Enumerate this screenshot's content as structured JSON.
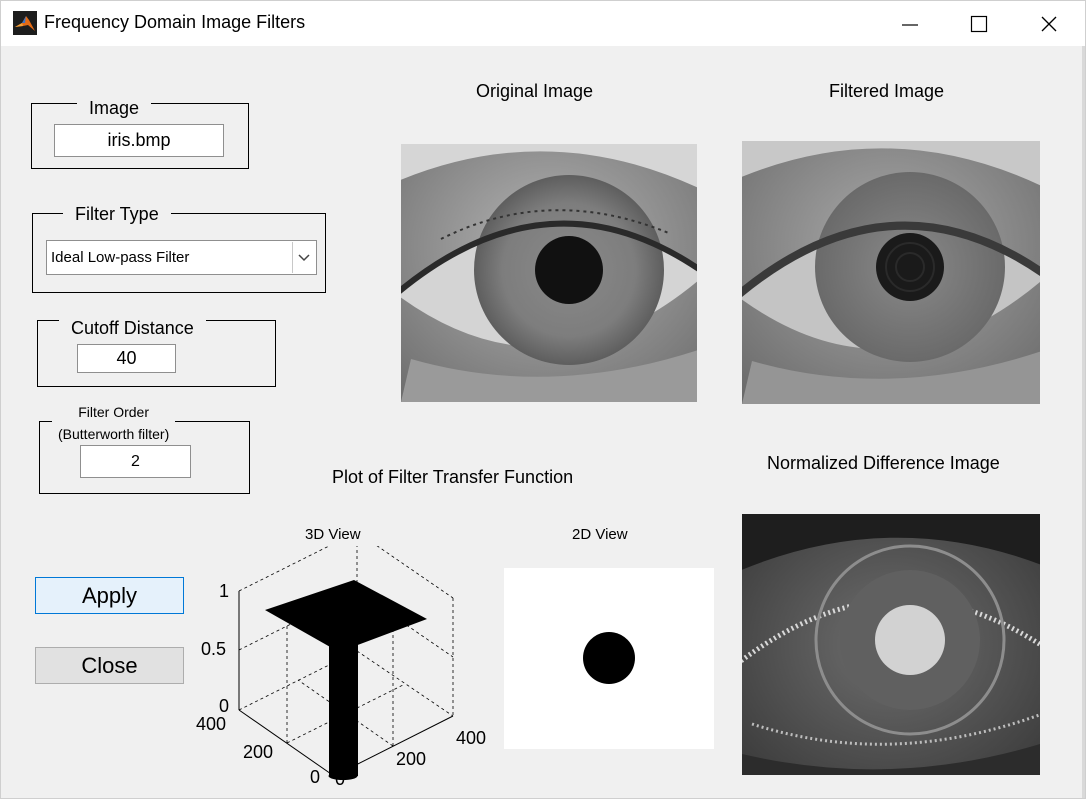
{
  "window": {
    "title": "Frequency Domain Image Filters",
    "icon": "matlab-icon"
  },
  "image_group": {
    "label": "Image",
    "value": "iris.bmp"
  },
  "filter_type_group": {
    "label": "Filter Type",
    "selected": "Ideal Low-pass Filter"
  },
  "cutoff_group": {
    "label": "Cutoff Distance",
    "value": "40"
  },
  "order_group": {
    "label_line1": "Filter Order",
    "label_line2": "(Butterworth filter)",
    "value": "2"
  },
  "buttons": {
    "apply": "Apply",
    "close": "Close"
  },
  "panels": {
    "original": "Original Image",
    "filtered": "Filtered Image",
    "difference": "Normalized Difference Image",
    "transfer": "Plot of Filter Transfer Function",
    "view3d": "3D View",
    "view2d": "2D View"
  },
  "plot3d": {
    "z_ticks": [
      "1",
      "0.5",
      "0"
    ],
    "y_ticks": [
      "400",
      "200",
      "0"
    ],
    "x_ticks": [
      "0",
      "200",
      "400"
    ]
  }
}
